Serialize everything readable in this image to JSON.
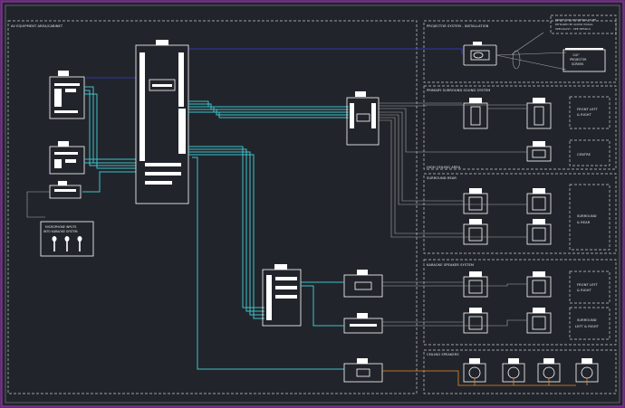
{
  "colors": {
    "background": "#21252b",
    "frame": "#7b2f8f",
    "signal_cable": "#3fc1c9",
    "speaker_cable": "#a7a7a7",
    "subwoofer_cable": "#e98a2a",
    "video_cable": "#3b3bd6",
    "equipment": "#ffffff"
  },
  "sections": {
    "av_equipment": "AV EQUIPMENT AREA/CABINET",
    "projector": "PROJECTOR SYSTEM - INSTALLATION",
    "primary_surround": "PRIMARY SURROUND SOUND SYSTEM",
    "high_ceiling": "HIGH CEILING AREA",
    "surround_rear": "SURROUND REAR",
    "karaoke": "KARAOKE SPEAKER SYSTEM",
    "ceiling_speakers": "CEILING SPEAKERS"
  },
  "projector_note": [
    "PROJECTOR MOUNTING TO BE",
    "DETAILED BY AUDIO VISUAL",
    "SPECIALIST - SEE DETAILS"
  ],
  "screen_label": [
    "110\"",
    "PROJECTOR",
    "SCREEN"
  ],
  "mic_label": [
    "MICROPHONE INPUTS",
    "INTO KARAOKE SYSTEM"
  ],
  "zone_labels": {
    "front_lr": [
      "FRONT LEFT",
      "& RIGHT"
    ],
    "centre": [
      "CENTRE"
    ],
    "surround_rear": [
      "SURROUND",
      "& REAR"
    ],
    "karaoke_front": [
      "FRONT LEFT",
      "& RIGHT"
    ],
    "karaoke_surround": [
      "SURROUND",
      "LEFT & RIGHT"
    ]
  }
}
